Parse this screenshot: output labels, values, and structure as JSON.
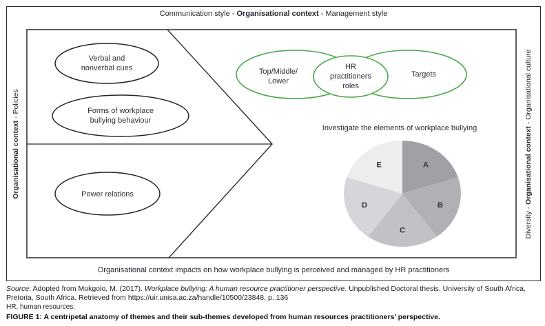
{
  "captions": {
    "top": {
      "left": "Communication style - ",
      "bold": "Organisational context",
      "right": " - Management style"
    },
    "left": {
      "left": "",
      "bold": "Organisational context",
      "right": " - Policies"
    },
    "right": {
      "left": "Diversity - ",
      "bold": "Organisational context",
      "right": " - Organisational culture"
    },
    "bottom": "Organisational context impacts on how workplace bullying is perceived and managed by HR practitioners"
  },
  "chevron_themes": {
    "verbal": "Verbal and\nnonverbal cues",
    "forms": "Forms of workplace\nbullying behaviour",
    "power": "Power relations"
  },
  "venn": {
    "left": "Top/Middle/\nLower",
    "center": "HR\npractitioners\nroles",
    "right": "Targets"
  },
  "chart_data": {
    "type": "pie",
    "title": "Investigate the elements of workplace bullying",
    "labels": [
      "A",
      "B",
      "C",
      "D",
      "E"
    ],
    "values": [
      20,
      20,
      20,
      20,
      20
    ],
    "colors": [
      "#a1a1a5",
      "#b1b1b5",
      "#c2c2c6",
      "#d6d6da",
      "#eceded"
    ],
    "start_angle_deg": 0,
    "direction": "clockwise",
    "legend": "none"
  },
  "footer": {
    "source_segments": [
      {
        "text": "Source",
        "italic": true
      },
      {
        "text": ": Adopted from Mokgolo, M. (2017). ",
        "italic": false
      },
      {
        "text": "Workplace bullying: A human resource practitioner perspective",
        "italic": true
      },
      {
        "text": ". Unpublished Doctoral thesis. University of South Africa, Pretoria, South Africa. Retrieved from https://uir.unisa.ac.za/handle/10500/23848, p. 136",
        "italic": false
      }
    ],
    "abbreviation_note": "HR, human resources.",
    "figure_caption": "FIGURE 1: A centripetal anatomy of themes and their sub-themes developed from human resources practitioners’ perspective."
  },
  "colors": {
    "venn_green": "#47a847",
    "shape_stroke": "#2b2b2b",
    "pie_label": "#2f2f36"
  }
}
